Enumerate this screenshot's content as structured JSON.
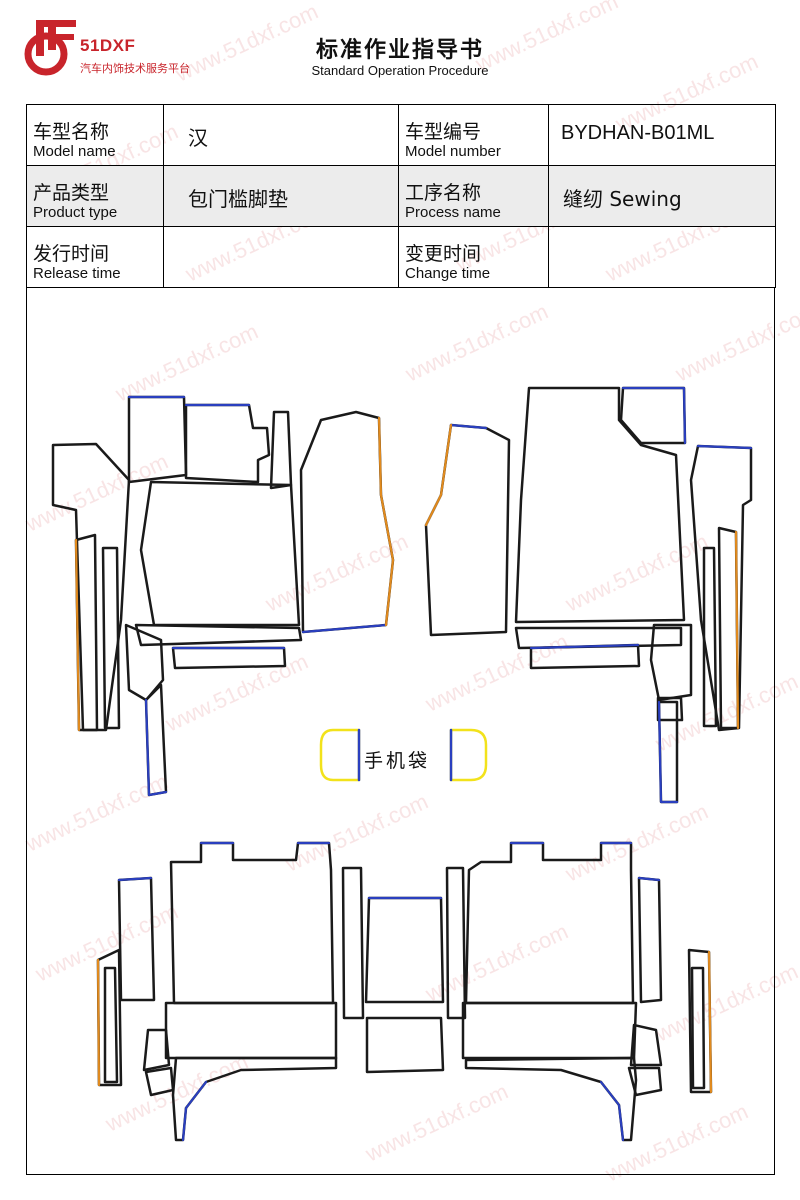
{
  "header": {
    "brand": "51DXF",
    "brand_sub": "汽车内饰技术服务平台",
    "title": "标准作业指导书",
    "subtitle": "Standard Operation Procedure"
  },
  "info": {
    "model_name_cn": "车型名称",
    "model_name_en": "Model name",
    "model_name_value": "汉",
    "model_number_cn": "车型编号",
    "model_number_en": "Model number",
    "model_number_value": "BYDHAN-B01ML",
    "product_type_cn": "产品类型",
    "product_type_en": "Product type",
    "product_type_value": "包门槛脚垫",
    "process_name_cn": "工序名称",
    "process_name_en": "Process name",
    "process_name_value": "缝纫 Sewing",
    "release_time_cn": "发行时间",
    "release_time_en": "Release time",
    "release_time_value": "",
    "change_time_cn": "变更时间",
    "change_time_en": "Change time",
    "change_time_value": ""
  },
  "drawing": {
    "phone_pocket_label": "手机袋",
    "watermark": "www.51dxf.com",
    "colors": {
      "outline": "#1a1a1a",
      "edge_blue": "#2a3fbf",
      "edge_orange": "#e08a1e",
      "edge_yellow": "#f2e21b"
    }
  }
}
